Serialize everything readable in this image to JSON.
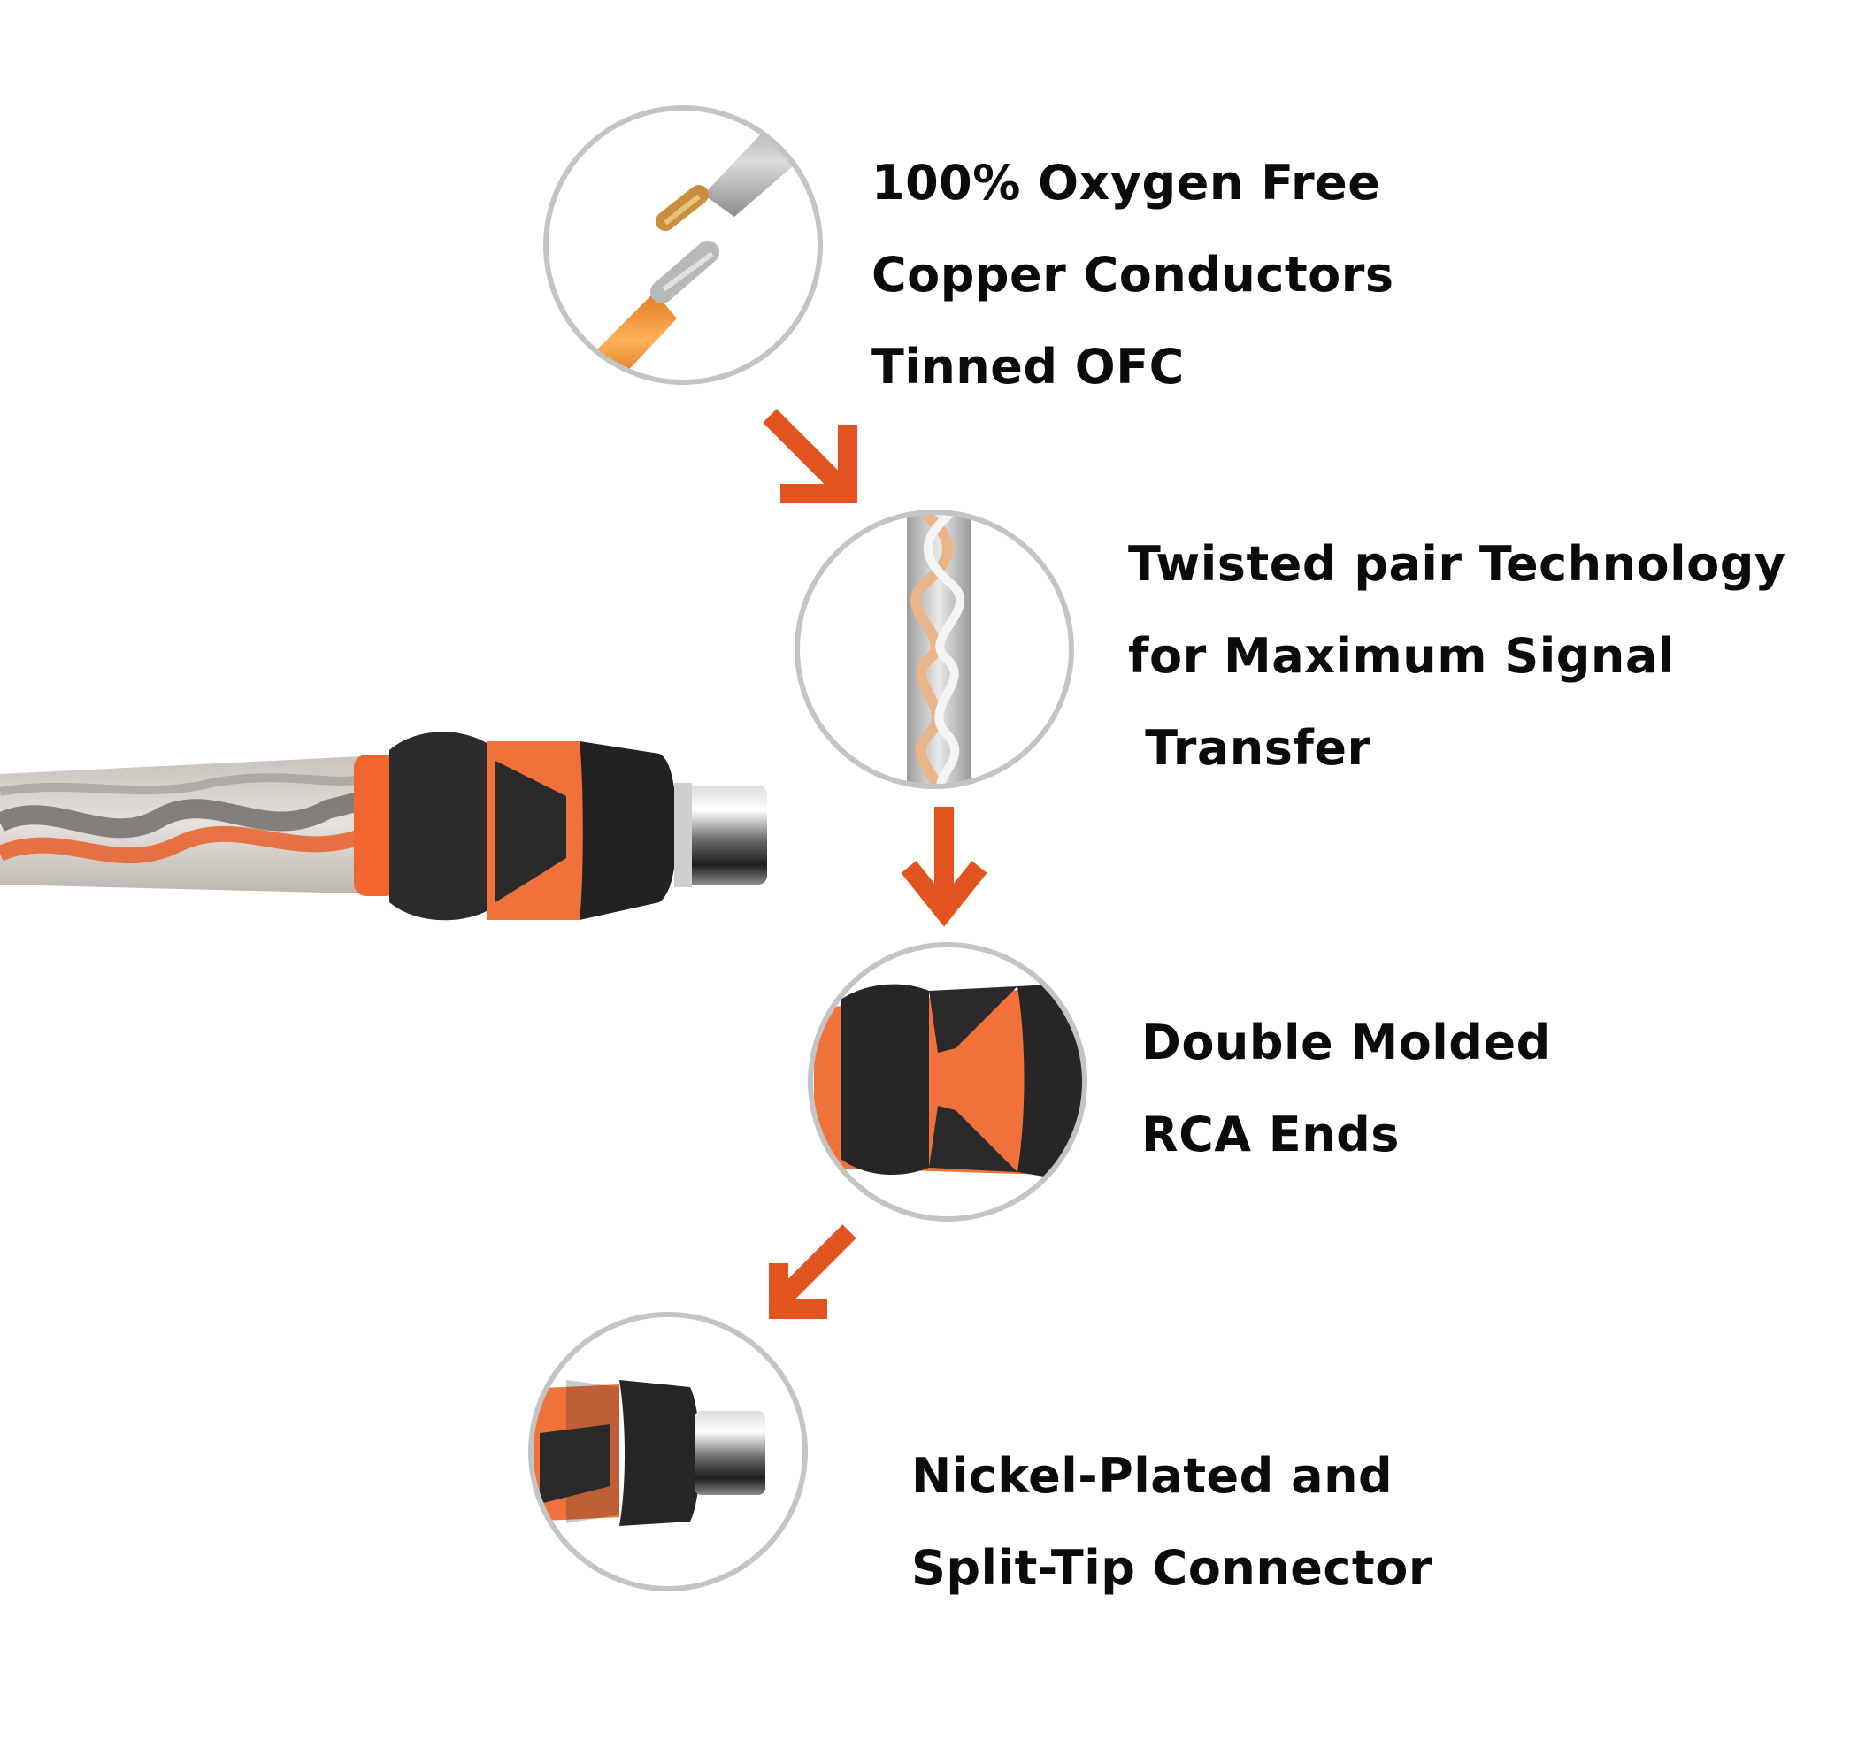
{
  "colors": {
    "accent_orange": "#e2531f",
    "ring_gray": "#c4c4c4",
    "molded_black": "#262626",
    "molded_orange": "#f0723a",
    "text": "#0b0b0b"
  },
  "features": [
    {
      "icon": "stripped-wires-icon",
      "lines": [
        "100% Oxygen Free",
        "Copper Conductors",
        "Tinned OFC"
      ]
    },
    {
      "icon": "twisted-pair-icon",
      "lines": [
        "Twisted pair Technology",
        "for Maximum Signal",
        " Transfer"
      ]
    },
    {
      "icon": "double-molded-end-icon",
      "lines": [
        "Double Molded",
        "RCA Ends"
      ]
    },
    {
      "icon": "nickel-plated-tip-icon",
      "lines": [
        "Nickel-Plated and",
        "Split-Tip Connector"
      ]
    }
  ]
}
